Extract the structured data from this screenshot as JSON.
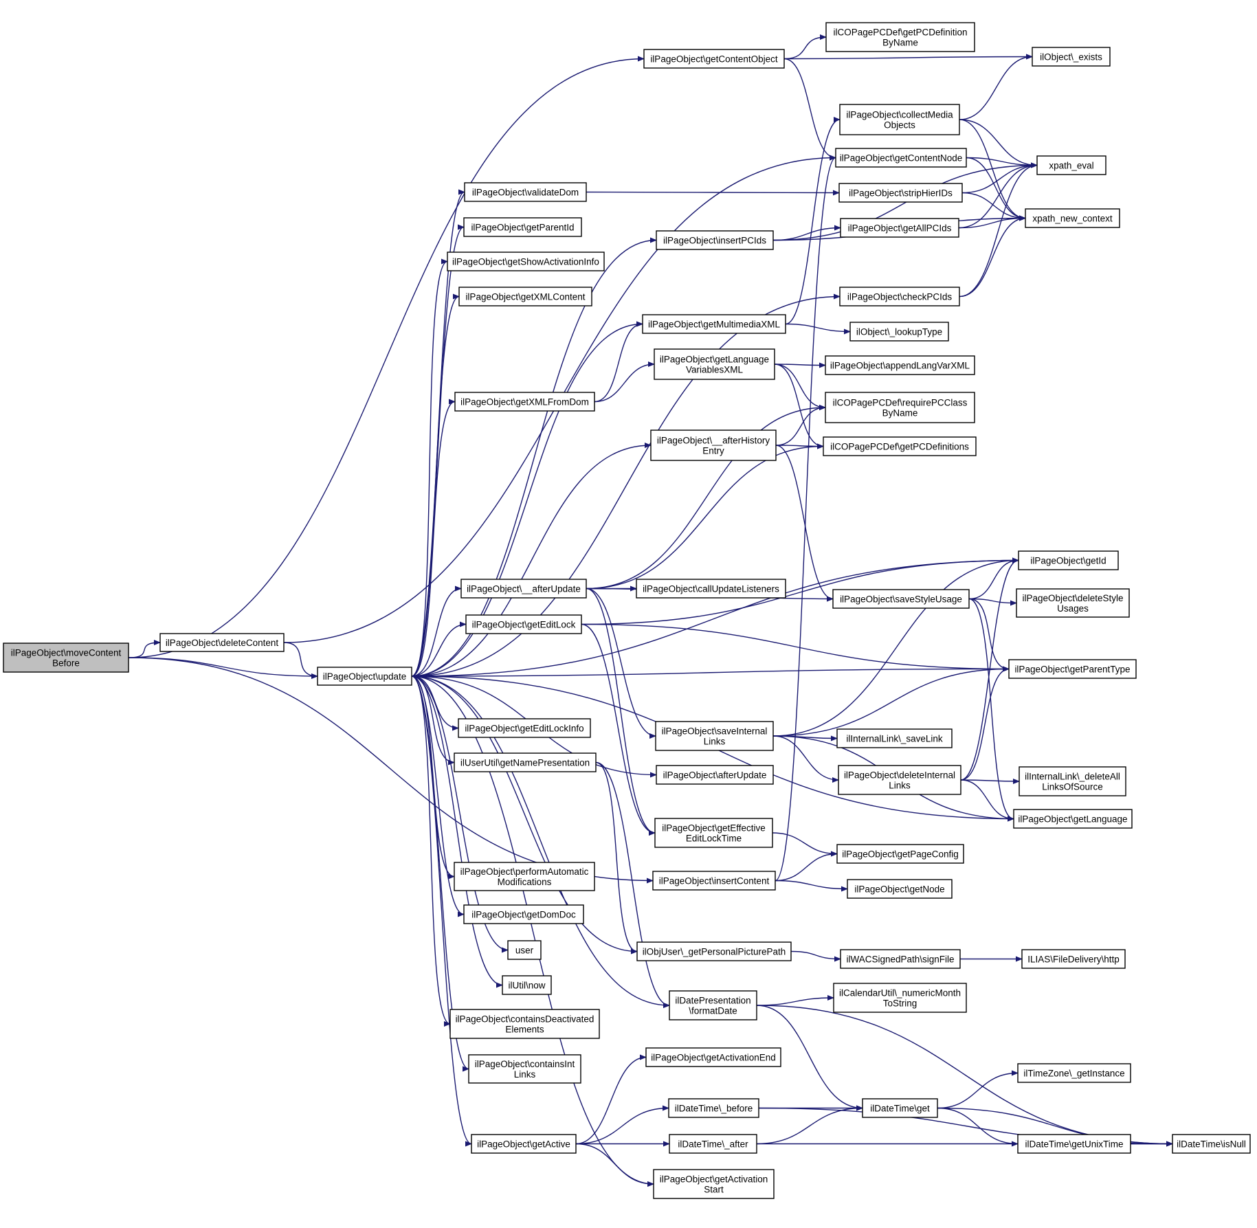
{
  "colors": {
    "edge": "#191970",
    "root_fill": "#bfbfbf",
    "node_fill": "#ffffff",
    "border": "#000000"
  },
  "nodes": [
    {
      "id": "moveContentBefore",
      "lines": [
        "ilPageObject\\moveContent",
        "Before"
      ],
      "root": true
    },
    {
      "id": "deleteContent",
      "lines": [
        "ilPageObject\\deleteContent"
      ]
    },
    {
      "id": "update",
      "lines": [
        "ilPageObject\\update"
      ]
    },
    {
      "id": "getContentObject",
      "lines": [
        "ilPageObject\\getContentObject"
      ]
    },
    {
      "id": "getPCDefinitionByName",
      "lines": [
        "ilCOPagePCDef\\getPCDefinition",
        "ByName"
      ]
    },
    {
      "id": "exists",
      "lines": [
        "ilObject\\_exists"
      ]
    },
    {
      "id": "collectMediaObjects",
      "lines": [
        "ilPageObject\\collectMedia",
        "Objects"
      ]
    },
    {
      "id": "getContentNode",
      "lines": [
        "ilPageObject\\getContentNode"
      ]
    },
    {
      "id": "xpath_eval",
      "lines": [
        "xpath_eval"
      ]
    },
    {
      "id": "validateDom",
      "lines": [
        "ilPageObject\\validateDom"
      ]
    },
    {
      "id": "stripHierIDs",
      "lines": [
        "ilPageObject\\stripHierIDs"
      ]
    },
    {
      "id": "xpath_new_context",
      "lines": [
        "xpath_new_context"
      ]
    },
    {
      "id": "getParentId",
      "lines": [
        "ilPageObject\\getParentId"
      ]
    },
    {
      "id": "insertPCIds",
      "lines": [
        "ilPageObject\\insertPCIds"
      ]
    },
    {
      "id": "getAllPCIds",
      "lines": [
        "ilPageObject\\getAllPCIds"
      ]
    },
    {
      "id": "getShowActivationInfo",
      "lines": [
        "ilPageObject\\getShowActivationInfo"
      ]
    },
    {
      "id": "getXMLContent",
      "lines": [
        "ilPageObject\\getXMLContent"
      ]
    },
    {
      "id": "checkPCIds",
      "lines": [
        "ilPageObject\\checkPCIds"
      ]
    },
    {
      "id": "getMultimediaXML",
      "lines": [
        "ilPageObject\\getMultimediaXML"
      ]
    },
    {
      "id": "lookupType",
      "lines": [
        "ilObject\\_lookupType"
      ]
    },
    {
      "id": "getLanguageVariablesXML",
      "lines": [
        "ilPageObject\\getLanguage",
        "VariablesXML"
      ]
    },
    {
      "id": "appendLangVarXML",
      "lines": [
        "ilPageObject\\appendLangVarXML"
      ]
    },
    {
      "id": "getXMLFromDom",
      "lines": [
        "ilPageObject\\getXMLFromDom"
      ]
    },
    {
      "id": "requirePCClassByName",
      "lines": [
        "ilCOPagePCDef\\requirePCClass",
        "ByName"
      ]
    },
    {
      "id": "afterHistoryEntry",
      "lines": [
        "ilPageObject\\__afterHistory",
        "Entry"
      ]
    },
    {
      "id": "getPCDefinitions",
      "lines": [
        "ilCOPagePCDef\\getPCDefinitions"
      ]
    },
    {
      "id": "getId",
      "lines": [
        "ilPageObject\\getId"
      ]
    },
    {
      "id": "__afterUpdate",
      "lines": [
        "ilPageObject\\__afterUpdate"
      ]
    },
    {
      "id": "callUpdateListeners",
      "lines": [
        "ilPageObject\\callUpdateListeners"
      ]
    },
    {
      "id": "saveStyleUsage",
      "lines": [
        "ilPageObject\\saveStyleUsage"
      ]
    },
    {
      "id": "deleteStyleUsages",
      "lines": [
        "ilPageObject\\deleteStyle",
        "Usages"
      ]
    },
    {
      "id": "getEditLock",
      "lines": [
        "ilPageObject\\getEditLock"
      ]
    },
    {
      "id": "getParentType",
      "lines": [
        "ilPageObject\\getParentType"
      ]
    },
    {
      "id": "getEditLockInfo",
      "lines": [
        "ilPageObject\\getEditLockInfo"
      ]
    },
    {
      "id": "saveInternalLinks",
      "lines": [
        "ilPageObject\\saveInternal",
        "Links"
      ]
    },
    {
      "id": "saveLink",
      "lines": [
        "ilInternalLink\\_saveLink"
      ]
    },
    {
      "id": "getNamePresentation",
      "lines": [
        "ilUserUtil\\getNamePresentation"
      ]
    },
    {
      "id": "afterUpdate",
      "lines": [
        "ilPageObject\\afterUpdate"
      ]
    },
    {
      "id": "deleteInternalLinks",
      "lines": [
        "ilPageObject\\deleteInternal",
        "Links"
      ]
    },
    {
      "id": "deleteAllLinksOfSource",
      "lines": [
        "ilInternalLink\\_deleteAll",
        "LinksOfSource"
      ]
    },
    {
      "id": "getLanguage",
      "lines": [
        "ilPageObject\\getLanguage"
      ]
    },
    {
      "id": "getEffectiveEditLockTime",
      "lines": [
        "ilPageObject\\getEffective",
        "EditLockTime"
      ]
    },
    {
      "id": "getPageConfig",
      "lines": [
        "ilPageObject\\getPageConfig"
      ]
    },
    {
      "id": "performAutomaticModifications",
      "lines": [
        "ilPageObject\\performAutomatic",
        "Modifications"
      ]
    },
    {
      "id": "insertContent",
      "lines": [
        "ilPageObject\\insertContent"
      ]
    },
    {
      "id": "getNode",
      "lines": [
        "ilPageObject\\getNode"
      ]
    },
    {
      "id": "getDomDoc",
      "lines": [
        "ilPageObject\\getDomDoc"
      ]
    },
    {
      "id": "user",
      "lines": [
        "user"
      ]
    },
    {
      "id": "getPersonalPicturePath",
      "lines": [
        "ilObjUser\\_getPersonalPicturePath"
      ]
    },
    {
      "id": "signFile",
      "lines": [
        "ilWACSignedPath\\signFile"
      ]
    },
    {
      "id": "http",
      "lines": [
        "ILIAS\\FileDelivery\\http"
      ]
    },
    {
      "id": "now",
      "lines": [
        "ilUtil\\now"
      ]
    },
    {
      "id": "formatDate",
      "lines": [
        "ilDatePresentation",
        "\\formatDate"
      ]
    },
    {
      "id": "numericMonthToString",
      "lines": [
        "ilCalendarUtil\\_numericMonth",
        "ToString"
      ]
    },
    {
      "id": "containsDeactivatedElements",
      "lines": [
        "ilPageObject\\containsDeactivated",
        "Elements"
      ]
    },
    {
      "id": "getActivationEnd",
      "lines": [
        "ilPageObject\\getActivationEnd"
      ]
    },
    {
      "id": "containsIntLinks",
      "lines": [
        "ilPageObject\\containsInt",
        "Links"
      ]
    },
    {
      "id": "getInstance",
      "lines": [
        "ilTimeZone\\_getInstance"
      ]
    },
    {
      "id": "before",
      "lines": [
        "ilDateTime\\_before"
      ]
    },
    {
      "id": "get",
      "lines": [
        "ilDateTime\\get"
      ]
    },
    {
      "id": "getActive",
      "lines": [
        "ilPageObject\\getActive"
      ]
    },
    {
      "id": "after",
      "lines": [
        "ilDateTime\\_after"
      ]
    },
    {
      "id": "getUnixTime",
      "lines": [
        "ilDateTime\\getUnixTime"
      ]
    },
    {
      "id": "isNull",
      "lines": [
        "ilDateTime\\isNull"
      ]
    },
    {
      "id": "getActivationStart",
      "lines": [
        "ilPageObject\\getActivation",
        "Start"
      ]
    }
  ],
  "edges": [
    [
      "moveContentBefore",
      "deleteContent"
    ],
    [
      "moveContentBefore",
      "update"
    ],
    [
      "moveContentBefore",
      "getContentObject"
    ],
    [
      "moveContentBefore",
      "insertContent"
    ],
    [
      "deleteContent",
      "update"
    ],
    [
      "deleteContent",
      "getContentNode"
    ],
    [
      "update",
      "validateDom"
    ],
    [
      "update",
      "getParentId"
    ],
    [
      "update",
      "getShowActivationInfo"
    ],
    [
      "update",
      "getXMLContent"
    ],
    [
      "update",
      "insertPCIds"
    ],
    [
      "update",
      "checkPCIds"
    ],
    [
      "update",
      "getMultimediaXML"
    ],
    [
      "update",
      "getXMLFromDom"
    ],
    [
      "update",
      "afterHistoryEntry"
    ],
    [
      "update",
      "getId"
    ],
    [
      "update",
      "__afterUpdate"
    ],
    [
      "update",
      "getEditLock"
    ],
    [
      "update",
      "getParentType"
    ],
    [
      "update",
      "getEditLockInfo"
    ],
    [
      "update",
      "getNamePresentation"
    ],
    [
      "update",
      "afterUpdate"
    ],
    [
      "update",
      "getPersonalPicturePath"
    ],
    [
      "update",
      "formatDate"
    ],
    [
      "update",
      "performAutomaticModifications"
    ],
    [
      "update",
      "getDomDoc"
    ],
    [
      "update",
      "user"
    ],
    [
      "update",
      "now"
    ],
    [
      "update",
      "containsDeactivatedElements"
    ],
    [
      "update",
      "containsIntLinks"
    ],
    [
      "update",
      "getActive"
    ],
    [
      "update",
      "getActivationStart"
    ],
    [
      "update",
      "getLanguage"
    ],
    [
      "getContentObject",
      "getPCDefinitionByName"
    ],
    [
      "getContentObject",
      "exists"
    ],
    [
      "getContentObject",
      "getContentNode"
    ],
    [
      "collectMediaObjects",
      "exists"
    ],
    [
      "collectMediaObjects",
      "xpath_eval"
    ],
    [
      "collectMediaObjects",
      "xpath_new_context"
    ],
    [
      "getContentNode",
      "xpath_eval"
    ],
    [
      "getContentNode",
      "xpath_new_context"
    ],
    [
      "validateDom",
      "stripHierIDs"
    ],
    [
      "stripHierIDs",
      "xpath_eval"
    ],
    [
      "stripHierIDs",
      "xpath_new_context"
    ],
    [
      "insertPCIds",
      "getAllPCIds"
    ],
    [
      "insertPCIds",
      "xpath_eval"
    ],
    [
      "insertPCIds",
      "xpath_new_context"
    ],
    [
      "getAllPCIds",
      "xpath_eval"
    ],
    [
      "getAllPCIds",
      "xpath_new_context"
    ],
    [
      "checkPCIds",
      "xpath_eval"
    ],
    [
      "checkPCIds",
      "xpath_new_context"
    ],
    [
      "getMultimediaXML",
      "collectMediaObjects"
    ],
    [
      "getMultimediaXML",
      "lookupType"
    ],
    [
      "getXMLFromDom",
      "getMultimediaXML"
    ],
    [
      "getXMLFromDom",
      "getLanguageVariablesXML"
    ],
    [
      "getLanguageVariablesXML",
      "appendLangVarXML"
    ],
    [
      "getLanguageVariablesXML",
      "requirePCClassByName"
    ],
    [
      "getLanguageVariablesXML",
      "getPCDefinitions"
    ],
    [
      "afterHistoryEntry",
      "requirePCClassByName"
    ],
    [
      "afterHistoryEntry",
      "getPCDefinitions"
    ],
    [
      "afterHistoryEntry",
      "saveStyleUsage"
    ],
    [
      "__afterUpdate",
      "requirePCClassByName"
    ],
    [
      "__afterUpdate",
      "getPCDefinitions"
    ],
    [
      "__afterUpdate",
      "callUpdateListeners"
    ],
    [
      "__afterUpdate",
      "saveStyleUsage"
    ],
    [
      "__afterUpdate",
      "saveInternalLinks"
    ],
    [
      "__afterUpdate",
      "getEffectiveEditLockTime"
    ],
    [
      "saveStyleUsage",
      "getId"
    ],
    [
      "saveStyleUsage",
      "deleteStyleUsages"
    ],
    [
      "saveStyleUsage",
      "getParentType"
    ],
    [
      "saveStyleUsage",
      "getLanguage"
    ],
    [
      "getEditLock",
      "getId"
    ],
    [
      "getEditLock",
      "getParentType"
    ],
    [
      "getEditLock",
      "getEffectiveEditLockTime"
    ],
    [
      "saveInternalLinks",
      "getId"
    ],
    [
      "saveInternalLinks",
      "getParentType"
    ],
    [
      "saveInternalLinks",
      "saveLink"
    ],
    [
      "saveInternalLinks",
      "deleteInternalLinks"
    ],
    [
      "saveInternalLinks",
      "getLanguage"
    ],
    [
      "deleteInternalLinks",
      "getId"
    ],
    [
      "deleteInternalLinks",
      "getParentType"
    ],
    [
      "deleteInternalLinks",
      "deleteAllLinksOfSource"
    ],
    [
      "deleteInternalLinks",
      "getLanguage"
    ],
    [
      "getNamePresentation",
      "getPersonalPicturePath"
    ],
    [
      "getNamePresentation",
      "formatDate"
    ],
    [
      "getEffectiveEditLockTime",
      "getPageConfig"
    ],
    [
      "insertContent",
      "getContentNode"
    ],
    [
      "insertContent",
      "getPageConfig"
    ],
    [
      "insertContent",
      "getNode"
    ],
    [
      "getPersonalPicturePath",
      "signFile"
    ],
    [
      "signFile",
      "http"
    ],
    [
      "formatDate",
      "numericMonthToString"
    ],
    [
      "formatDate",
      "get"
    ],
    [
      "formatDate",
      "isNull"
    ],
    [
      "getActive",
      "getActivationEnd"
    ],
    [
      "getActive",
      "before"
    ],
    [
      "getActive",
      "after"
    ],
    [
      "getActive",
      "getActivationStart"
    ],
    [
      "before",
      "get"
    ],
    [
      "before",
      "isNull"
    ],
    [
      "after",
      "get"
    ],
    [
      "after",
      "isNull"
    ],
    [
      "get",
      "getInstance"
    ],
    [
      "get",
      "getUnixTime"
    ],
    [
      "get",
      "isNull"
    ],
    [
      "getUnixTime",
      "isNull"
    ]
  ]
}
